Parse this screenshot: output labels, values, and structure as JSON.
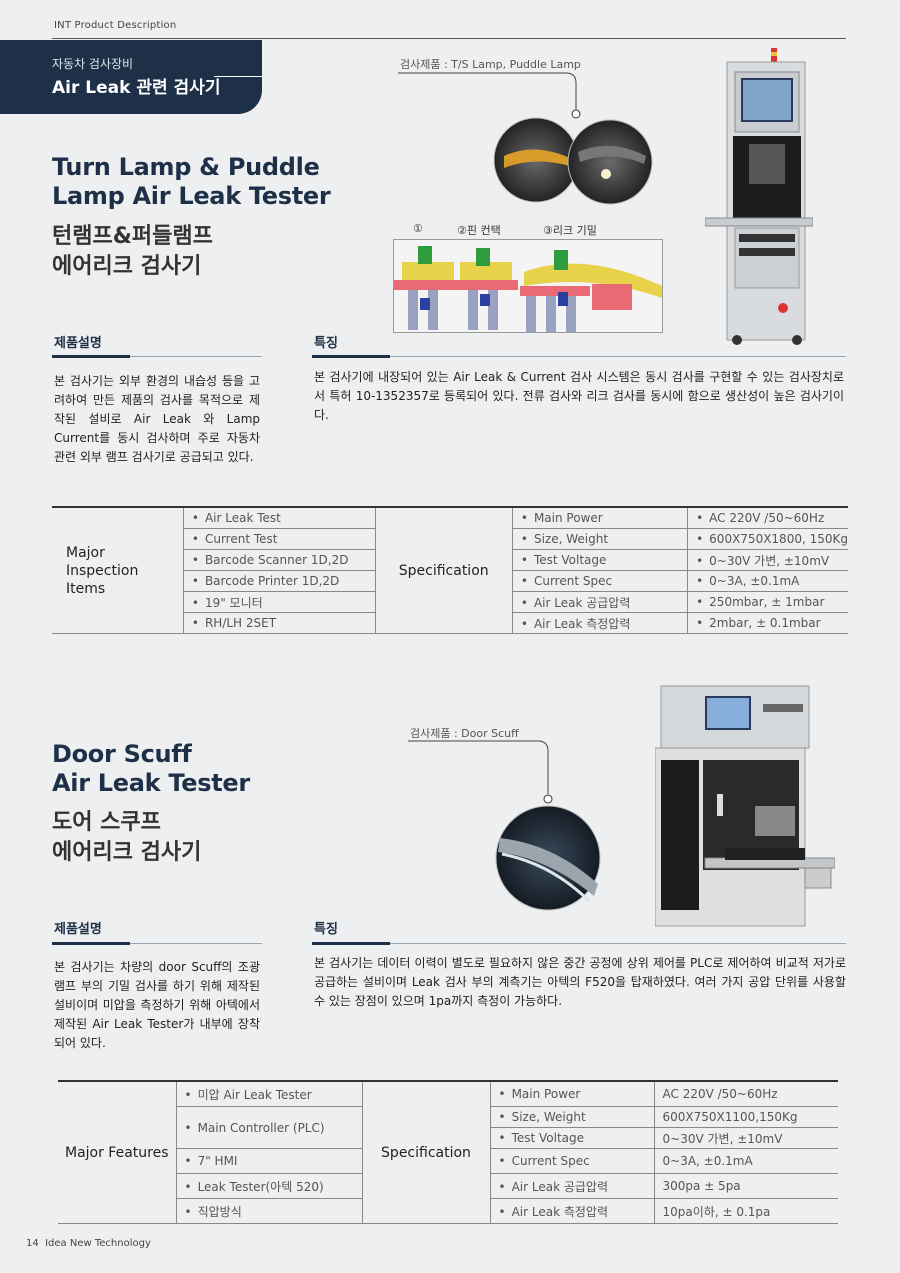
{
  "doc_label": "INT Product Description",
  "tab": {
    "sub": "자동차 검사장비",
    "main": "Air Leak 관련 검사기"
  },
  "product1": {
    "title_en": [
      "Turn Lamp & Puddle",
      "Lamp Air Leak Tester"
    ],
    "title_ko": [
      "턴램프&퍼들램프",
      "에어리크 검사기"
    ],
    "caption": "검사제품 : T/S Lamp, Puddle Lamp",
    "step_labels": [
      "①",
      "②핀 컨택",
      "③리크 기밀"
    ],
    "desc_heading": "제품설명",
    "desc": "본 검사기는 외부 환경의 내습성 등을 고려하여 만든 제품의 검사를 목적으로 제작된 설비로 Air  Leak 와 Lamp Current를 동시 검사하며 주로 자동차 관련 외부 램프 검사기로 공급되고 있다.",
    "feat_heading": "특징",
    "feat": "본 검사기에 내장되어 있는 Air Leak & Current 검사 시스템은 동시 검사를 구현할 수 있는 검사장치로서 특허 10-1352357로 등록되어 있다. 전류 검사와 리크 검사를 동시에 함으로 생산성이 높은 검사기이다.",
    "table": {
      "left_label": "Major\nInspection\nItems",
      "items": [
        "Air Leak Test",
        "Current Test",
        "Barcode Scanner 1D,2D",
        "Barcode Printer 1D,2D",
        "19\" 모니터",
        "RH/LH 2SET"
      ],
      "spec_label": "Specification",
      "spec_keys": [
        "Main Power",
        "Size, Weight",
        "Test Voltage",
        "Current Spec",
        "Air Leak 공급압력",
        "Air Leak 측정압력"
      ],
      "spec_vals": [
        "AC 220V /50~60Hz",
        "600X750X1800, 150Kg",
        "0~30V 가변, ±10mV",
        "0~3A, ±0.1mA",
        "250mbar, ± 1mbar",
        "2mbar, ± 0.1mbar"
      ]
    }
  },
  "product2": {
    "title_en": [
      "Door Scuff",
      "Air Leak Tester"
    ],
    "title_ko": [
      "도어 스쿠프",
      "에어리크 검사기"
    ],
    "caption": "검사제품 : Door Scuff",
    "desc_heading": "제품설명",
    "desc": "본 검사기는 차량의 door Scuff의 조광램프 부의 기밀 검사를 하기 위해 제작된 설비이며 미압을 측정하기 위해 아텍에서 제작된 Air Leak Tester가 내부에 장착되어 있다.",
    "feat_heading": "특징",
    "feat": "본 검사기는 데이터 이력이 별도로 필요하지 않은 중간 공정에 상위 제어를 PLC로 제어하여 비교적 저가로 공급하는 설비이며 Leak 검사 부의 계측기는 아텍의 F520을 탑재하였다. 여러 가지 공압 단위를 사용할 수 있는 장점이 있으며 1pa까지 측정이 가능하다.",
    "table": {
      "left_label": "Major Features",
      "items": [
        "미압 Air Leak Tester",
        "Main Controller (PLC)",
        "7\" HMI",
        "Leak Tester(아텍 520)",
        "직압방식"
      ],
      "spec_label": "Specification",
      "spec_keys": [
        "Main Power",
        "Size, Weight",
        "Test Voltage",
        "Current Spec",
        "Air Leak 공급압력",
        "Air Leak 측정압력"
      ],
      "spec_vals": [
        "AC 220V /50~60Hz",
        "600X750X1100,150Kg",
        "0~30V 가변, ±10mV",
        "0~3A, ±0.1mA",
        "300pa ± 5pa",
        "10pa이하, ± 0.1pa"
      ]
    }
  },
  "footer": {
    "page": "14",
    "text": "Idea New Technology"
  },
  "colors": {
    "navy": "#1e3048",
    "background": "#eeeff0"
  }
}
